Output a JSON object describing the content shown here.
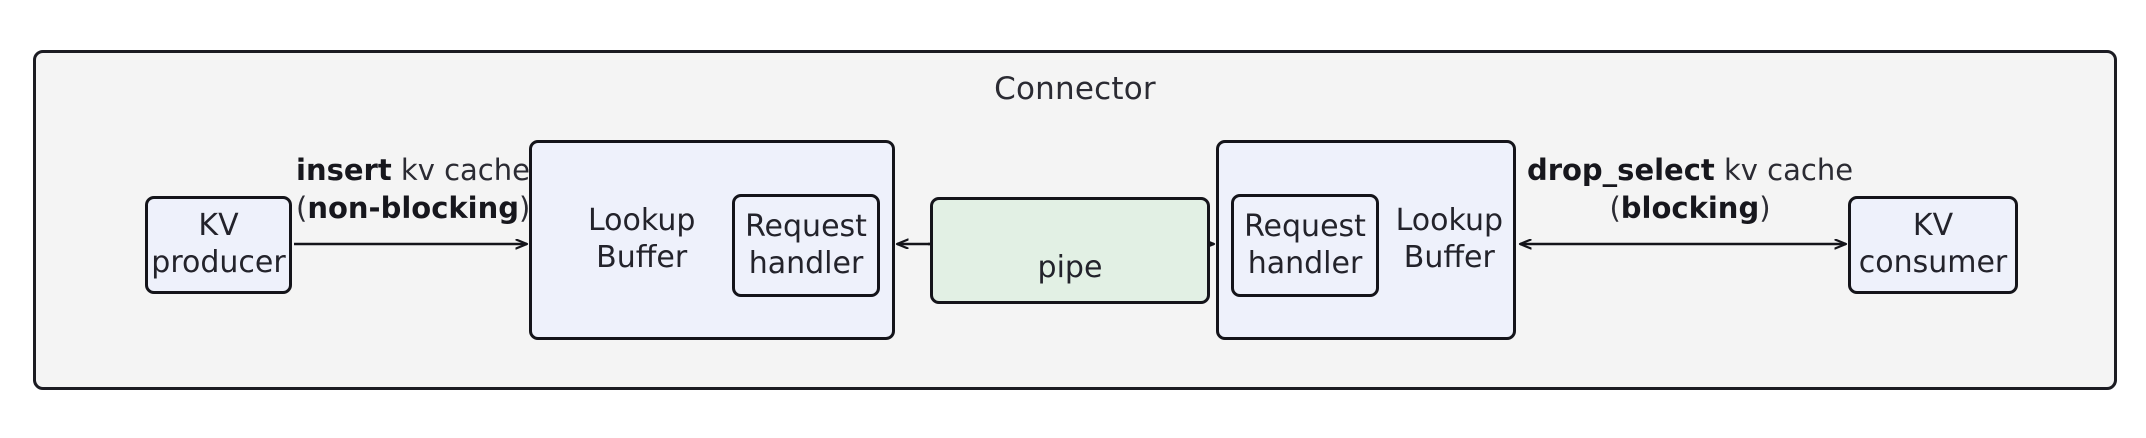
{
  "diagram": {
    "group": {
      "title": "Connector"
    },
    "nodes": {
      "kv_producer": {
        "line1": "KV",
        "line2": "producer"
      },
      "kv_consumer": {
        "line1": "KV",
        "line2": "consumer"
      },
      "lookup_buffer_left": {
        "line1": "Lookup",
        "line2": "Buffer"
      },
      "lookup_buffer_right": {
        "line1": "Lookup",
        "line2": "Buffer"
      },
      "request_handler_left": {
        "line1": "Request",
        "line2": "handler"
      },
      "request_handler_right": {
        "line1": "Request",
        "line2": "handler"
      },
      "pipe": {
        "label": "pipe"
      }
    },
    "edges": {
      "insert": {
        "line1_bold": "insert",
        "line1_rest": " kv cache",
        "line2_prefix": "(",
        "line2_bold": "non-blocking",
        "line2_suffix": ")"
      },
      "drop_select": {
        "line1_bold": "drop_select",
        "line1_rest": " kv cache",
        "line2_prefix": "(",
        "line2_bold": "blocking",
        "line2_suffix": ")"
      }
    },
    "colors": {
      "frame_fill": "#f4f4f4",
      "node_blue": "#eef1fb",
      "node_green": "#e2f0e4",
      "stroke": "#14141a",
      "text": "#23232b",
      "page_bg": "#ffffff"
    }
  }
}
